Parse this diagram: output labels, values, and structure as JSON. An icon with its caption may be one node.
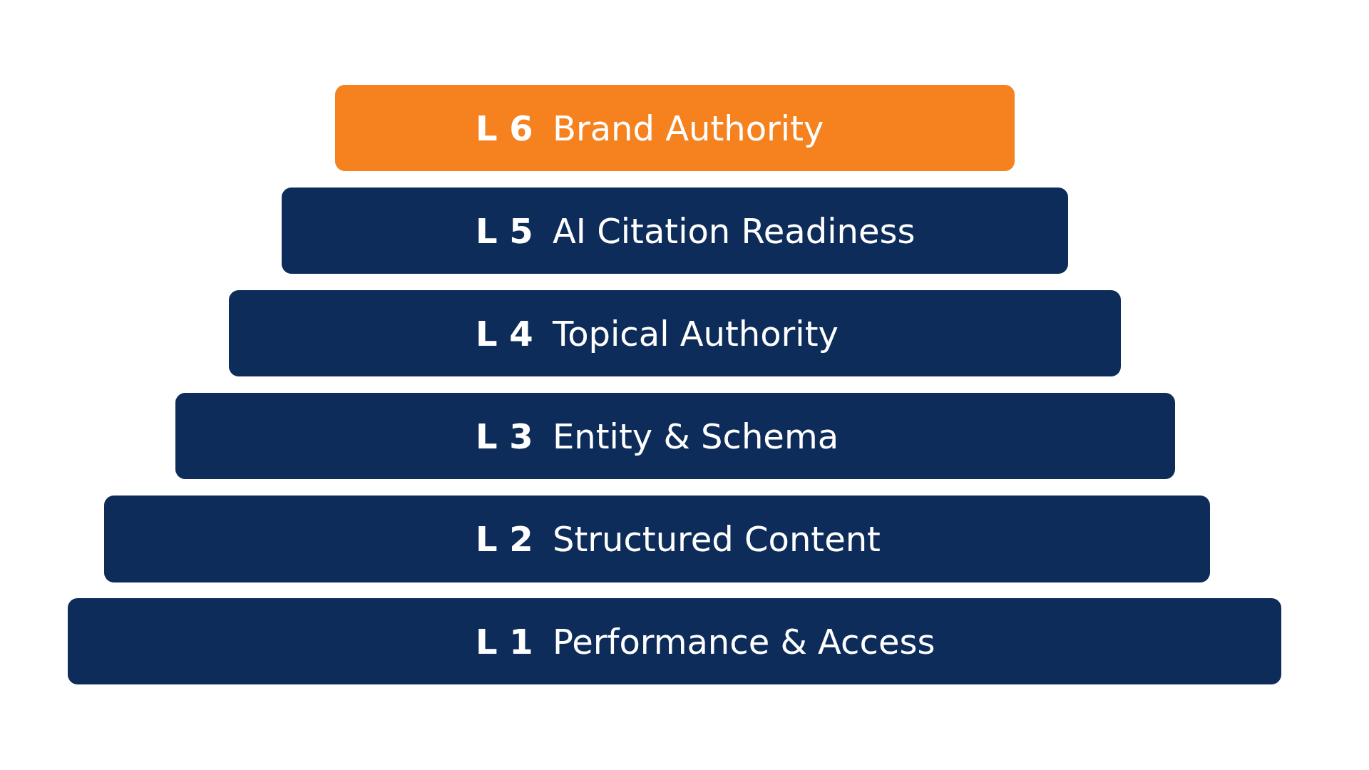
{
  "diagram": {
    "nodes": [
      {
        "text": [
          "L 6",
          "Brand Authority"
        ]
      },
      {
        "text": [
          "L 5",
          "AI Citation Readiness"
        ]
      },
      {
        "text": [
          "L 4",
          "Topical Authority"
        ]
      },
      {
        "text": [
          "L 3",
          "Entity & Schema"
        ]
      },
      {
        "text": [
          "L 2",
          "Structured Content"
        ]
      },
      {
        "text": [
          "L 1",
          "Performance & Access"
        ]
      }
    ]
  }
}
